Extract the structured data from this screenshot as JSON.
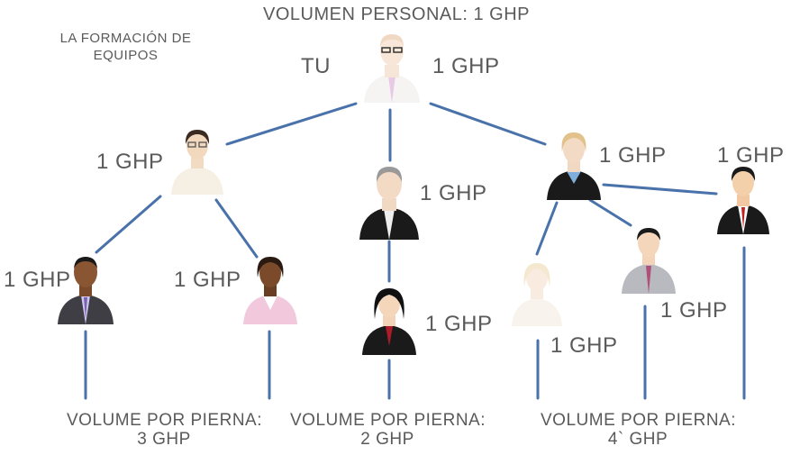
{
  "title": "VOLUMEN PERSONAL: 1 GHP",
  "subtitle_lines": [
    "LA FORMACIÓN DE",
    "EQUIPOS"
  ],
  "you_label": "TU",
  "nodes": [
    {
      "name": "you",
      "label": "1 GHP"
    },
    {
      "name": "left-leader",
      "label": "1 GHP"
    },
    {
      "name": "center-leader",
      "label": "1 GHP"
    },
    {
      "name": "right-leader",
      "label": "1 GHP"
    },
    {
      "name": "far-right-member",
      "label": "1 GHP"
    },
    {
      "name": "left-member-a",
      "label": "1 GHP"
    },
    {
      "name": "left-member-b",
      "label": "1 GHP"
    },
    {
      "name": "center-member",
      "label": "1 GHP"
    },
    {
      "name": "right-member-a",
      "label": "1 GHP"
    },
    {
      "name": "right-member-b",
      "label": "1 GHP"
    }
  ],
  "legs": [
    {
      "label": "VOLUME POR PIERNA:",
      "value": "3 GHP"
    },
    {
      "label": "VOLUME POR PIERNA:",
      "value": "2 GHP"
    },
    {
      "label": "VOLUME POR PIERNA:",
      "value": "4` GHP"
    }
  ],
  "colors": {
    "line": "#4a72aa",
    "text": "#5a5a5a"
  }
}
